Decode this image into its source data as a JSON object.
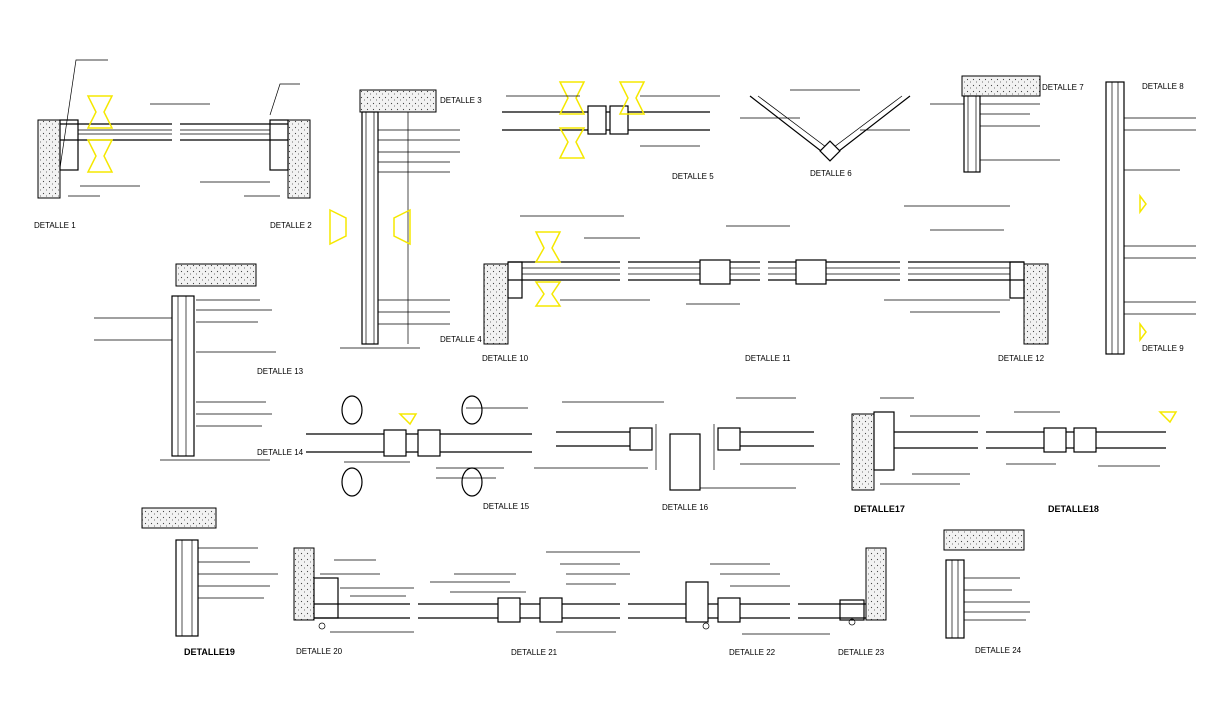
{
  "details": {
    "d1": "DETALLE 1",
    "d2": "DETALLE 2",
    "d3": "DETALLE 3",
    "d4": "DETALLE 4",
    "d5": "DETALLE 5",
    "d6": "DETALLE 6",
    "d7": "DETALLE 7",
    "d8": "DETALLE 8",
    "d9": "DETALLE 9",
    "d10": "DETALLE 10",
    "d11": "DETALLE 11",
    "d12": "DETALLE 12",
    "d13": "DETALLE 13",
    "d14": "DETALLE 14",
    "d15": "DETALLE 15",
    "d16": "DETALLE 16",
    "d17": "DETALLE17",
    "d18": "DETALLE18",
    "d19": "DETALLE19",
    "d20": "DETALLE 20",
    "d21": "DETALLE 21",
    "d22": "DETALLE 22",
    "d23": "DETALLE 23",
    "d24": "DETALLE 24"
  },
  "colors": {
    "line": "#000000",
    "highlight": "#f5e800",
    "wall_fill": "#ededed"
  }
}
